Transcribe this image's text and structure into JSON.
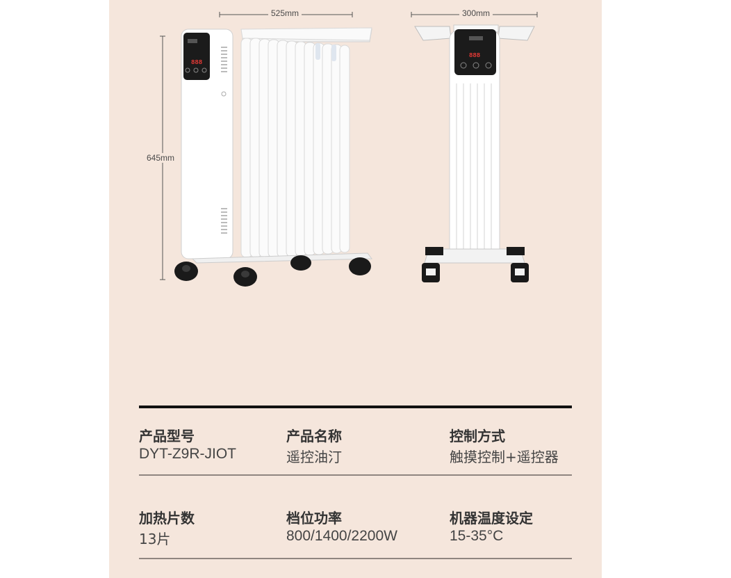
{
  "dimensions": {
    "width": "525mm",
    "depth": "300mm",
    "height": "645mm"
  },
  "specs": {
    "model": {
      "label": "产品型号",
      "value": "DYT-Z9R-JIOT"
    },
    "name": {
      "label": "产品名称",
      "value": "遥控油汀"
    },
    "control": {
      "label": "控制方式",
      "value": "触摸控制+遥控器"
    },
    "fins": {
      "label": "加热片数",
      "value": "13片"
    },
    "power": {
      "label": "档位功率",
      "value": "800/1400/2200W"
    },
    "temperature": {
      "label": "机器温度设定",
      "value": "15-35°C"
    }
  },
  "display": {
    "digits": "888"
  },
  "colors": {
    "background": "#f5e6dc",
    "heater_body": "#ffffff",
    "display_panel": "#1b1b1b",
    "display_digits": "#e53935",
    "wheels": "#1a1a1a"
  }
}
